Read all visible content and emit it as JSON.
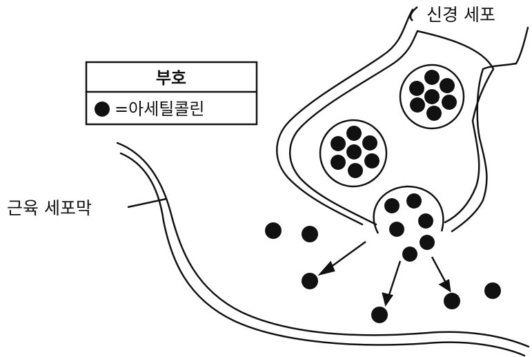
{
  "labels": {
    "nerve_cell": "신경 세포",
    "muscle_membrane": "근육 세포막"
  },
  "legend": {
    "title": "부호",
    "entry": "=아세틸콜린"
  },
  "colors": {
    "ink": "#111111",
    "background": "#ffffff"
  }
}
